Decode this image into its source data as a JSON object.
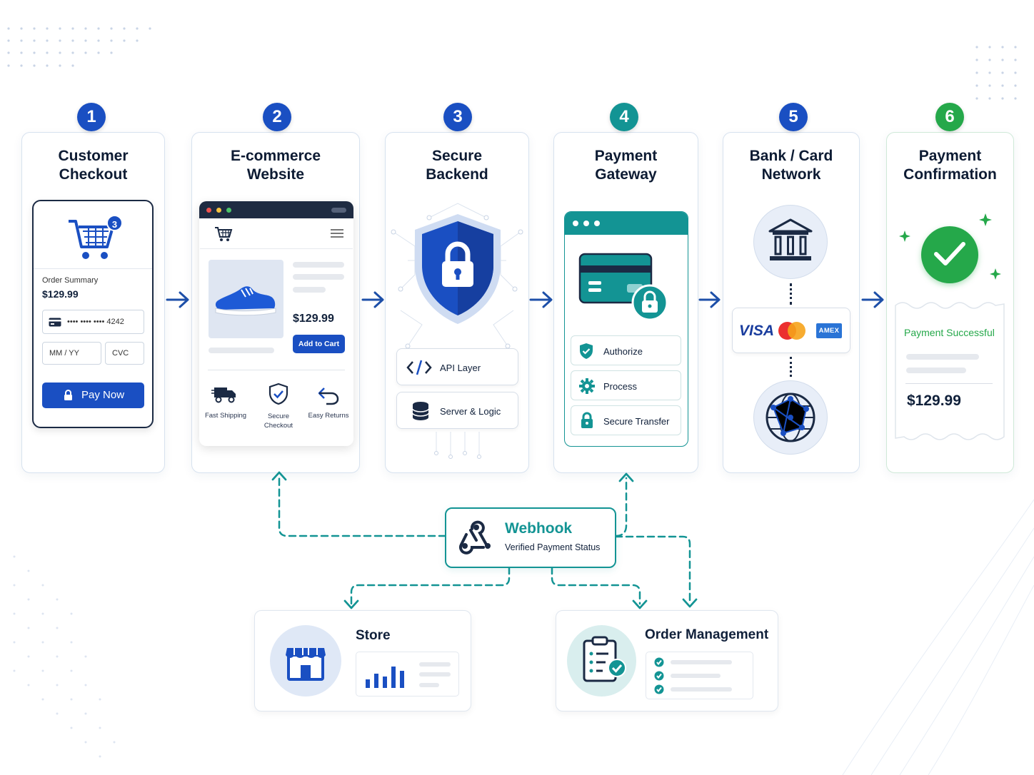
{
  "colors": {
    "blue": "#1a4fc2",
    "teal": "#139494",
    "green": "#25a84a",
    "arrow": "#1d4fa8"
  },
  "steps": [
    {
      "num": "1",
      "title": "Customer\nCheckout"
    },
    {
      "num": "2",
      "title": "E-commerce\nWebsite"
    },
    {
      "num": "3",
      "title": "Secure\nBackend"
    },
    {
      "num": "4",
      "title": "Payment\nGateway"
    },
    {
      "num": "5",
      "title": "Bank / Card\nNetwork"
    },
    {
      "num": "6",
      "title": "Payment\nConfirmation"
    }
  ],
  "checkout": {
    "cart_count": "3",
    "order_summary": "Order Summary",
    "amount": "$129.99",
    "card_number": "•••• •••• •••• 4242",
    "expiry_placeholder": "MM / YY",
    "cvc_placeholder": "CVC",
    "pay_label": "Pay Now"
  },
  "website": {
    "price": "$129.99",
    "add_to_cart": "Add to Cart",
    "features": [
      "Fast Shipping",
      "Secure\nCheckout",
      "Easy Returns"
    ]
  },
  "backend": {
    "api": "API Layer",
    "server": "Server & Logic"
  },
  "gateway": {
    "rows": [
      "Authorize",
      "Process",
      "Secure Transfer"
    ]
  },
  "network": {
    "visa": "VISA",
    "amex": "AMEX"
  },
  "confirmation": {
    "status": "Payment Successful",
    "amount": "$129.99"
  },
  "webhook": {
    "title": "Webhook",
    "subtitle": "Verified Payment Status"
  },
  "store": {
    "title": "Store"
  },
  "orders": {
    "title": "Order Management"
  }
}
